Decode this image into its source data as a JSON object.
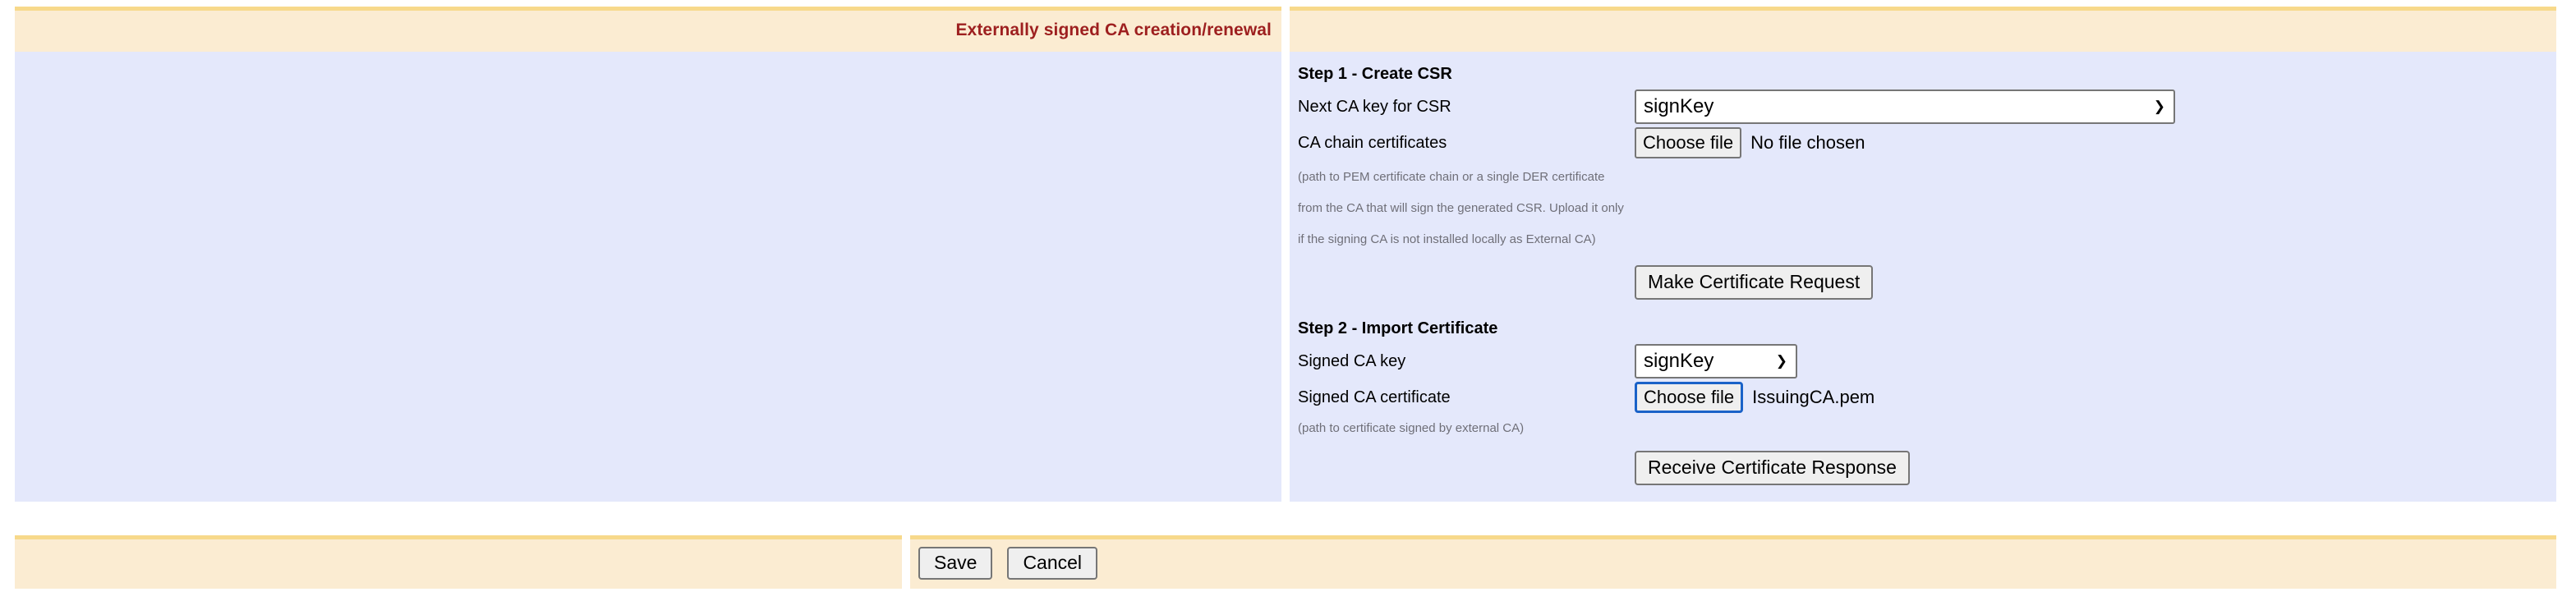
{
  "header": {
    "title": "Externally signed CA creation/renewal"
  },
  "colors": {
    "header_bg": "#fbecd2",
    "header_border": "#f7d98b",
    "body_bg": "#e4e8fb",
    "title_text": "#9d1f1f",
    "hint_text": "#6f6f78",
    "focus_ring": "#1a62c8",
    "button_bg": "#efefef",
    "control_border": "#767676"
  },
  "step1": {
    "title": "Step 1 - Create CSR",
    "key_label": "Next CA key for CSR",
    "key_value": "signKey",
    "key_options": [
      "signKey"
    ],
    "chain_label": "CA chain certificates",
    "chain_button": "Choose file",
    "chain_file": "No file chosen",
    "chain_hint": "(path to PEM certificate chain or a single DER certificate from the CA that will sign the generated CSR. Upload it only if the signing CA is not installed locally as External CA)",
    "submit_label": "Make Certificate Request"
  },
  "step2": {
    "title": "Step 2 - Import Certificate",
    "key_label": "Signed CA key",
    "key_value": "signKey",
    "key_options": [
      "signKey"
    ],
    "cert_label": "Signed CA certificate",
    "cert_button": "Choose file",
    "cert_file": "IssuingCA.pem",
    "cert_hint": "(path to certificate signed by external CA)",
    "submit_label": "Receive Certificate Response"
  },
  "footer": {
    "save_label": "Save",
    "cancel_label": "Cancel"
  }
}
